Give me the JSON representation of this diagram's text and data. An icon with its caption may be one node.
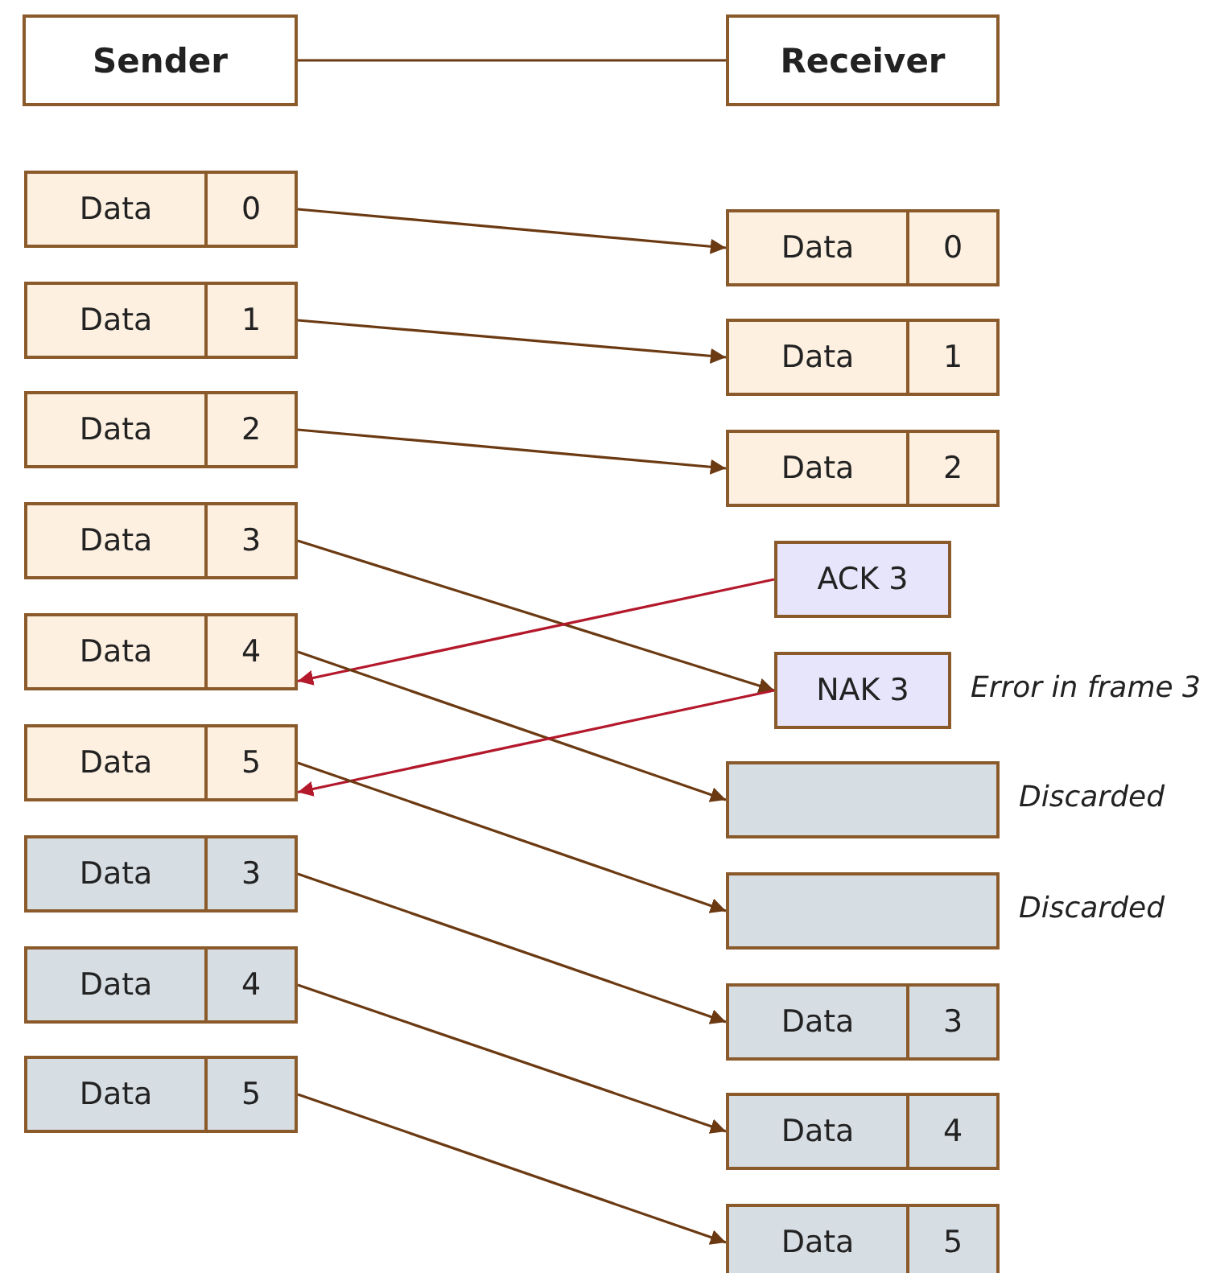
{
  "diagram": {
    "nodes": [
      {
        "text": [
          "Sender"
        ]
      },
      {
        "text": [
          "Receiver"
        ]
      },
      {
        "text": [
          "Data",
          "0"
        ]
      },
      {
        "text": [
          "Data",
          "1"
        ]
      },
      {
        "text": [
          "Data",
          "2"
        ]
      },
      {
        "text": [
          "Data",
          "3"
        ]
      },
      {
        "text": [
          "Data",
          "4"
        ]
      },
      {
        "text": [
          "Data",
          "5"
        ]
      },
      {
        "text": [
          "Data",
          "3"
        ]
      },
      {
        "text": [
          "Data",
          "4"
        ]
      },
      {
        "text": [
          "Data",
          "5"
        ]
      },
      {
        "text": [
          "Data",
          "0"
        ]
      },
      {
        "text": [
          "Data",
          "1"
        ]
      },
      {
        "text": [
          "Data",
          "2"
        ]
      },
      {
        "text": [
          "ACK 3"
        ]
      },
      {
        "text": [
          "NAK 3"
        ],
        "beside": [
          "Error in frame 3"
        ]
      },
      {
        "text": [],
        "shape": "box",
        "beside": [
          "Discarded"
        ]
      },
      {
        "text": [],
        "shape": "box",
        "beside": [
          "Discarded"
        ]
      },
      {
        "text": [
          "Data",
          "3"
        ]
      },
      {
        "text": [
          "Data",
          "4"
        ]
      },
      {
        "text": [
          "Data",
          "5"
        ]
      }
    ],
    "edges": [
      {
        "from": 0,
        "to": 1,
        "arrow": "none"
      },
      {
        "from": 2,
        "to": 11,
        "arrow": "to"
      },
      {
        "from": 3,
        "to": 12,
        "arrow": "to"
      },
      {
        "from": 4,
        "to": 13,
        "arrow": "to"
      },
      {
        "from": 5,
        "to": 15,
        "arrow": "to"
      },
      {
        "from": 14,
        "to": 6,
        "arrow": "to",
        "color": "#b3182b"
      },
      {
        "from": 6,
        "to": 16,
        "arrow": "to"
      },
      {
        "from": 15,
        "to": 7,
        "arrow": "to",
        "color": "#b3182b"
      },
      {
        "from": 7,
        "to": 17,
        "arrow": "to"
      },
      {
        "from": 8,
        "to": 18,
        "arrow": "to"
      },
      {
        "from": 9,
        "to": 19,
        "arrow": "to"
      },
      {
        "from": 10,
        "to": 20,
        "arrow": "to"
      }
    ]
  }
}
